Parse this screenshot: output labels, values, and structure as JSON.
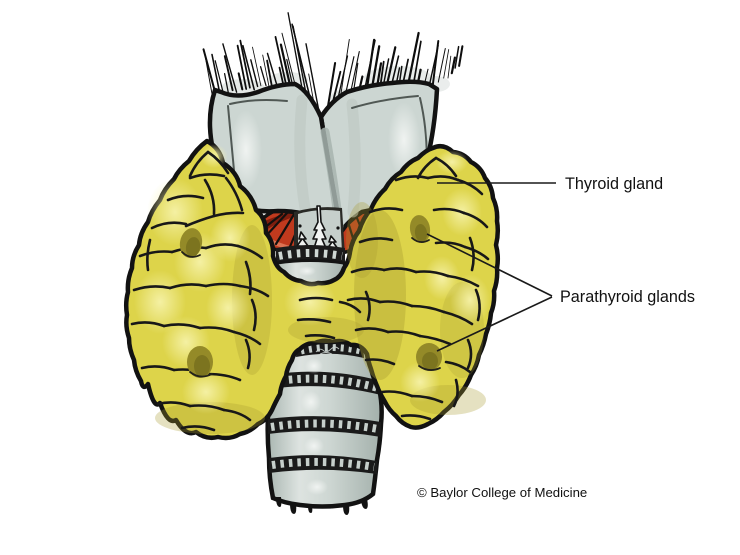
{
  "figure": {
    "labels": {
      "thyroid_gland": "Thyroid gland",
      "parathyroid_glands": "Parathyroid glands"
    },
    "credit": "© Baylor College of Medicine",
    "structures": [
      "pharyngeal-muscle-fibers",
      "pharynx-cartilage",
      "cricopharyngeus-muscle",
      "cricoid-cartilage",
      "trachea",
      "thyroid-gland",
      "parathyroid-glands"
    ],
    "colors": {
      "background": "#ffffff",
      "thyroid": "#ddd44a",
      "thyroid_highlight": "#f2eda0",
      "thyroid_shadow": "#a89d33",
      "parathyroid": "#948a28",
      "cartilage": "#ccd6d2",
      "cartilage_shadow": "#a8b5b0",
      "muscle_red": "#c03a1e",
      "muscle_red_light": "#e07a5a",
      "outline": "#141414"
    }
  }
}
